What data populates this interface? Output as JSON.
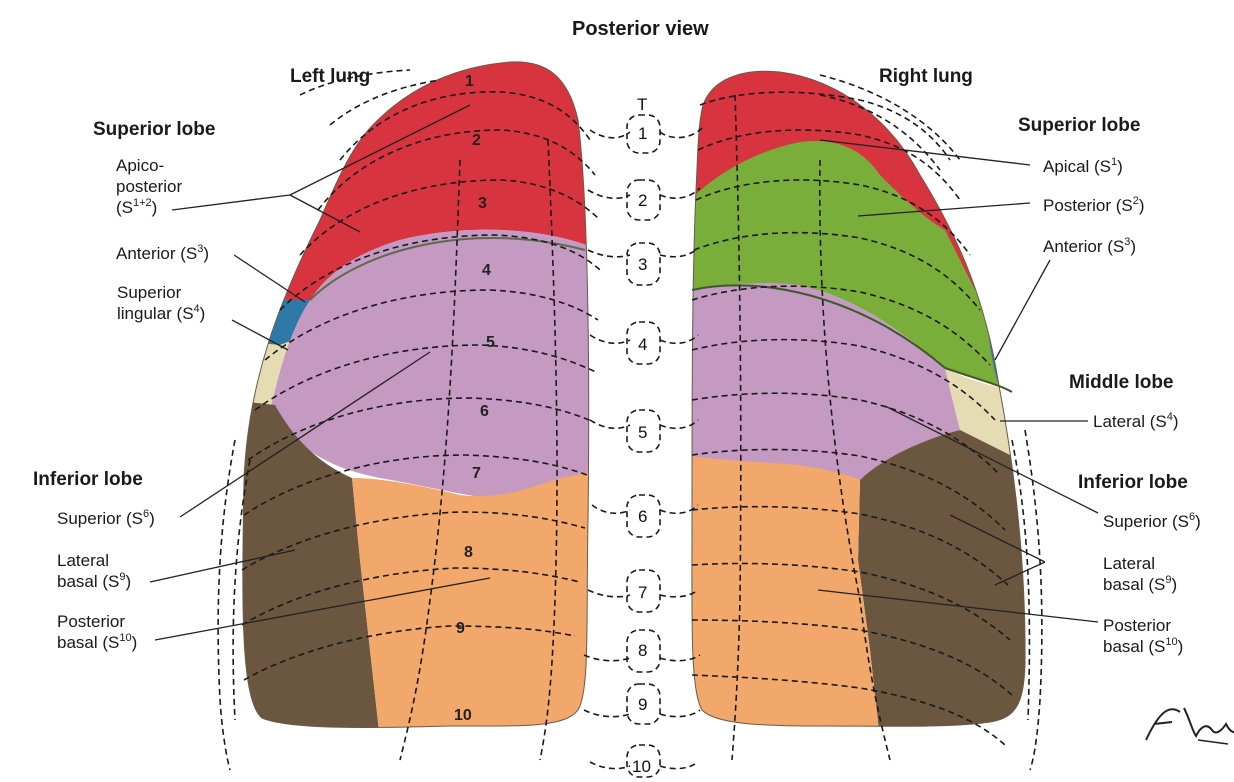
{
  "title": "Posterior view",
  "left_lung": {
    "heading": "Left lung",
    "superior_lobe": {
      "heading": "Superior lobe",
      "apicoposterior": [
        "Apico-",
        "posterior",
        "(S",
        "1+2",
        ")"
      ],
      "anterior": [
        "Anterior (S",
        "3",
        ")"
      ],
      "superior_lingular": [
        "Superior",
        "lingular (S",
        "4",
        ")"
      ]
    },
    "inferior_lobe": {
      "heading": "Inferior lobe",
      "superior": [
        "Superior (S",
        "6",
        ")"
      ],
      "lateral_basal": [
        "Lateral",
        "basal (S",
        "9",
        ")"
      ],
      "posterior_basal": [
        "Posterior",
        "basal (S",
        "10",
        ")"
      ]
    },
    "ribs": [
      "1",
      "2",
      "3",
      "4",
      "5",
      "6",
      "7",
      "8",
      "9",
      "10"
    ]
  },
  "right_lung": {
    "heading": "Right lung",
    "superior_lobe": {
      "heading": "Superior lobe",
      "apical": [
        "Apical (S",
        "1",
        ")"
      ],
      "posterior": [
        "Posterior (S",
        "2",
        ")"
      ],
      "anterior": [
        "Anterior (S",
        "3",
        ")"
      ]
    },
    "middle_lobe": {
      "heading": "Middle lobe",
      "lateral": [
        "Lateral (S",
        "4",
        ")"
      ]
    },
    "inferior_lobe": {
      "heading": "Inferior lobe",
      "superior": [
        "Superior (S",
        "6",
        ")"
      ],
      "lateral_basal": [
        "Lateral",
        "basal (S",
        "9",
        ")"
      ],
      "posterior_basal": [
        "Posterior",
        "basal (S",
        "10",
        ")"
      ]
    }
  },
  "vertebrae": {
    "header": "T",
    "labels": [
      "1",
      "2",
      "3",
      "4",
      "5",
      "6",
      "7",
      "8",
      "9",
      "10"
    ]
  },
  "signature": "F. Netter M.D.",
  "colors": {
    "apical": "#d8343f",
    "posterior_green": "#7aae3a",
    "anterior_blue": "#2f79a8",
    "lingular_cream": "#e6dcb4",
    "superior_lavender": "#c49ac2",
    "lateral_basal_brown": "#6b5640",
    "posterior_basal_orange": "#f2a86a"
  }
}
